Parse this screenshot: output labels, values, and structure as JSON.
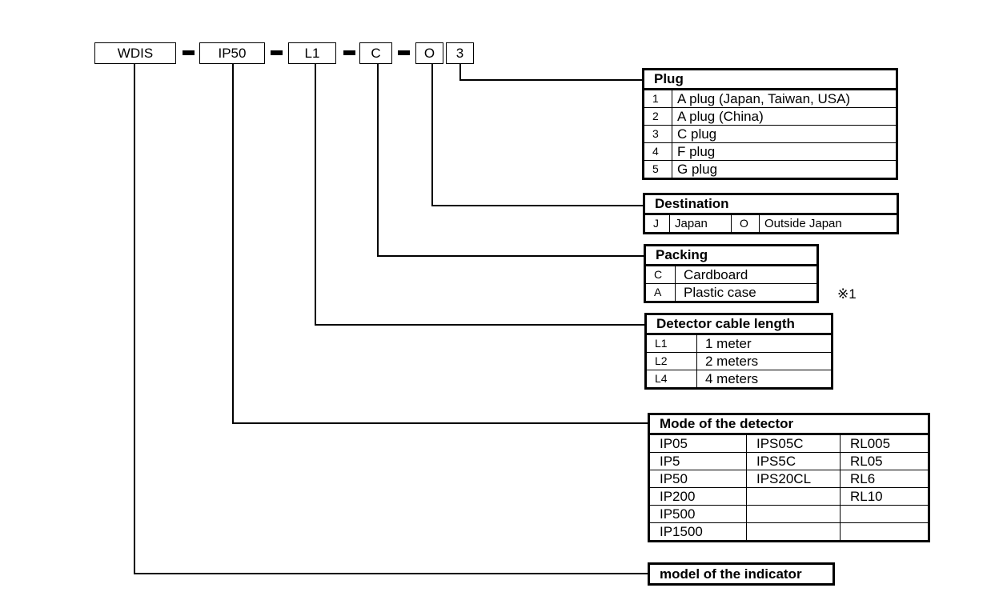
{
  "model_code": {
    "segments": [
      "WDIS",
      "IP50",
      "L1",
      "C",
      "O",
      "3"
    ]
  },
  "plug": {
    "title": "Plug",
    "rows": [
      {
        "code": "1",
        "label": "A plug (Japan, Taiwan, USA)"
      },
      {
        "code": "2",
        "label": "A plug (China)"
      },
      {
        "code": "3",
        "label": "C plug"
      },
      {
        "code": "4",
        "label": "F plug"
      },
      {
        "code": "5",
        "label": "G plug"
      }
    ]
  },
  "destination": {
    "title": "Destination",
    "rows": [
      {
        "code": "J",
        "label": "Japan"
      },
      {
        "code": "O",
        "label": "Outside Japan"
      }
    ]
  },
  "packing": {
    "title": "Packing",
    "rows": [
      {
        "code": "C",
        "label": "Cardboard"
      },
      {
        "code": "A",
        "label": "Plastic case"
      }
    ],
    "note": "※1"
  },
  "cable": {
    "title": "Detector cable length",
    "rows": [
      {
        "code": "L1",
        "label": "1 meter"
      },
      {
        "code": "L2",
        "label": "2 meters"
      },
      {
        "code": "L4",
        "label": "4 meters"
      }
    ]
  },
  "detector": {
    "title": "Mode of the detector",
    "rows": [
      [
        "IP05",
        "IPS05C",
        "RL005"
      ],
      [
        "IP5",
        "IPS5C",
        "RL05"
      ],
      [
        "IP50",
        "IPS20CL",
        "RL6"
      ],
      [
        "IP200",
        "",
        "RL10"
      ],
      [
        "IP500",
        "",
        ""
      ],
      [
        "IP1500",
        "",
        ""
      ]
    ]
  },
  "indicator": {
    "title": "model of the indicator"
  }
}
